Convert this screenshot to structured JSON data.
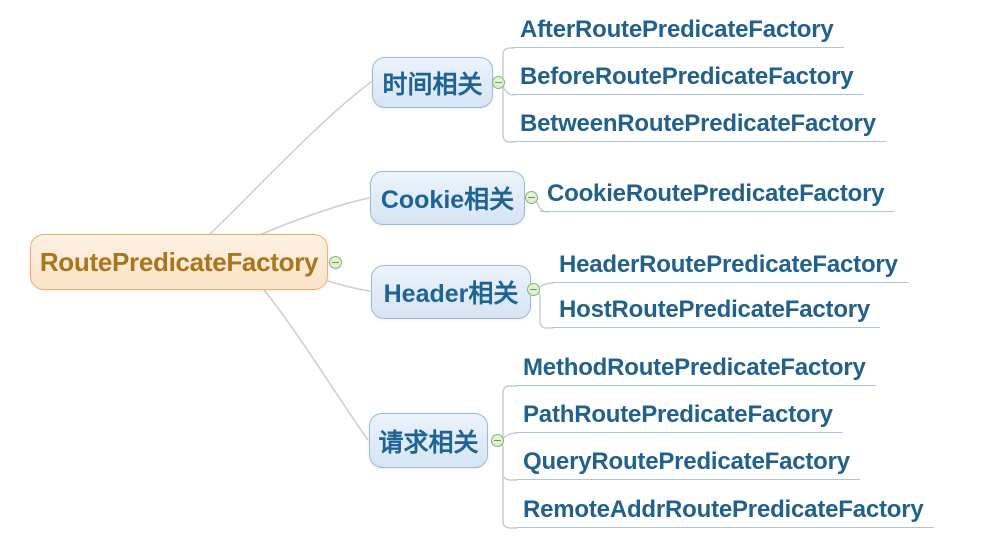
{
  "diagram": {
    "type": "mind-map",
    "root": {
      "label": "RoutePredicateFactory"
    },
    "branches": [
      {
        "label": "时间相关",
        "children": [
          "AfterRoutePredicateFactory",
          "BeforeRoutePredicateFactory",
          "BetweenRoutePredicateFactory"
        ]
      },
      {
        "label": "Cookie相关",
        "children": [
          "CookieRoutePredicateFactory"
        ]
      },
      {
        "label": "Header相关",
        "children": [
          "HeaderRoutePredicateFactory",
          "HostRoutePredicateFactory"
        ]
      },
      {
        "label": "请求相关",
        "children": [
          "MethodRoutePredicateFactory",
          "PathRoutePredicateFactory",
          "QueryRoutePredicateFactory",
          "RemoteAddrRoutePredicateFactory"
        ]
      }
    ],
    "icons": {
      "collapse": "minus-circle"
    },
    "colors": {
      "root_fill_top": "#FDF1E2",
      "root_fill_bottom": "#FAE3C8",
      "root_border": "#EAAE78",
      "root_text": "#A8761B",
      "branch_fill_top": "#ECF3FB",
      "branch_fill_bottom": "#D6E4F4",
      "branch_border": "#9DB9D9",
      "branch_text": "#1D6394",
      "leaf_text": "#21618C",
      "leaf_underline": "#ADC6DF",
      "connector": "#C9CED3",
      "collapse_fill": "#D5ECC9",
      "collapse_border": "#85B374",
      "collapse_glyph": "#639C50"
    }
  }
}
